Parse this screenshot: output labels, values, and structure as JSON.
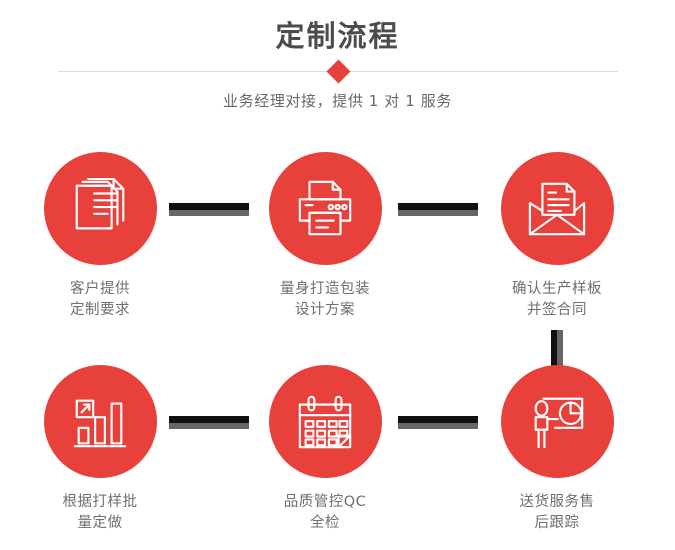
{
  "header": {
    "title": "定制流程",
    "subtitle": "业务经理对接，提供 1 对 1 服务",
    "divider_icon": "diamond-icon",
    "accent_color": "#e8403a",
    "title_color": "#4c4c4c",
    "subtitle_color": "#686868",
    "divider_color": "#dcdcdc"
  },
  "flow": {
    "connector_dark_color": "#111111",
    "connector_gray_color": "#666666",
    "circle_color": "#e8403a",
    "label_color": "#6f6f6f",
    "steps": [
      {
        "index": 1,
        "icon": "documents-icon",
        "label_line1": "客户提供",
        "label_line2": "定制要求"
      },
      {
        "index": 2,
        "icon": "printer-icon",
        "label_line1": "量身打造包装",
        "label_line2": "设计方案"
      },
      {
        "index": 3,
        "icon": "envelope-document-icon",
        "label_line1": "确认生产样板",
        "label_line2": "并签合同"
      },
      {
        "index": 4,
        "icon": "bar-chart-growth-icon",
        "label_line1": "根据打样批",
        "label_line2": "量定做"
      },
      {
        "index": 5,
        "icon": "calendar-check-icon",
        "label_line1": "品质管控QC",
        "label_line2": "全检"
      },
      {
        "index": 6,
        "icon": "presentation-person-icon",
        "label_line1": "送货服务售",
        "label_line2": "后跟踪"
      }
    ],
    "connectors": [
      {
        "name": "connector-step1-step2",
        "orientation": "horizontal"
      },
      {
        "name": "connector-step2-step3",
        "orientation": "horizontal"
      },
      {
        "name": "connector-step3-step6",
        "orientation": "vertical"
      },
      {
        "name": "connector-step4-step5",
        "orientation": "horizontal"
      },
      {
        "name": "connector-step5-step6",
        "orientation": "horizontal"
      }
    ]
  }
}
